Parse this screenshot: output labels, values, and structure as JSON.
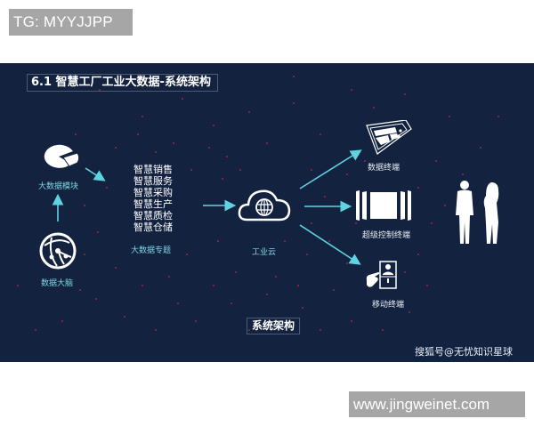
{
  "watermarks": {
    "top": "TG: MYYJJPP",
    "bottom": "www.jingweinet.com"
  },
  "diagram": {
    "title": "6.1 智慧工厂工业大数据-系统架构",
    "caption": "系统架构",
    "source": "搜狐号@无忧知识星球",
    "colors": {
      "background": "#13223f",
      "arrow": "#5fd3e0",
      "label_cyan": "#7fd6e6",
      "dots": "#b0284a"
    },
    "nodes": {
      "data_brain": {
        "label": "数据大脑",
        "icon": "globe-network-icon"
      },
      "big_data_module": {
        "label": "大数据模块",
        "icon": "pie-chart-icon"
      },
      "big_data_topics": {
        "label": "大数据专题",
        "items": [
          "智慧销售",
          "智慧服务",
          "智慧采购",
          "智慧生产",
          "智慧质检",
          "智慧仓储"
        ]
      },
      "industrial_cloud": {
        "label": "工业云",
        "icon": "cloud-globe-icon"
      },
      "data_terminal": {
        "label": "数据终端",
        "icon": "dashboard-screen-icon"
      },
      "super_control_terminal": {
        "label": "超级控制终端",
        "icon": "panoramic-screen-icon"
      },
      "mobile_terminal": {
        "label": "移动终端",
        "icon": "touch-phone-icon"
      },
      "users": {
        "icon": "people-silhouette-icon"
      }
    },
    "edges": [
      {
        "from": "data_brain",
        "to": "big_data_module"
      },
      {
        "from": "big_data_module",
        "to": "big_data_topics"
      },
      {
        "from": "big_data_topics",
        "to": "industrial_cloud"
      },
      {
        "from": "industrial_cloud",
        "to": "data_terminal"
      },
      {
        "from": "industrial_cloud",
        "to": "super_control_terminal"
      },
      {
        "from": "industrial_cloud",
        "to": "mobile_terminal"
      }
    ]
  }
}
